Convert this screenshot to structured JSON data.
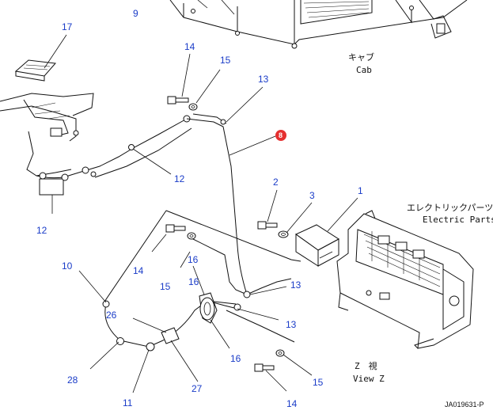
{
  "callouts": {
    "c9": "9",
    "c17": "17",
    "c14a": "14",
    "c15a": "15",
    "c13a": "13",
    "c8": "8",
    "c12a": "12",
    "c12b": "12",
    "c2": "2",
    "c3": "3",
    "c1": "1",
    "c10": "10",
    "c16a": "16",
    "c14b": "14",
    "c15b": "15",
    "c16b": "16",
    "c13b": "13",
    "c13c": "13",
    "c26": "26",
    "c28": "28",
    "c16c": "16",
    "c27": "27",
    "c11": "11",
    "c14c": "14",
    "c15c": "15"
  },
  "labels": {
    "cab_jp": "キャブ",
    "cab_en": "Cab",
    "electric_jp": "エレクトリックパーツ",
    "electric_en": "Electric Parts",
    "view_jp": "Z　視",
    "view_en": "View Z"
  },
  "drawing_code": "JA019631-P"
}
